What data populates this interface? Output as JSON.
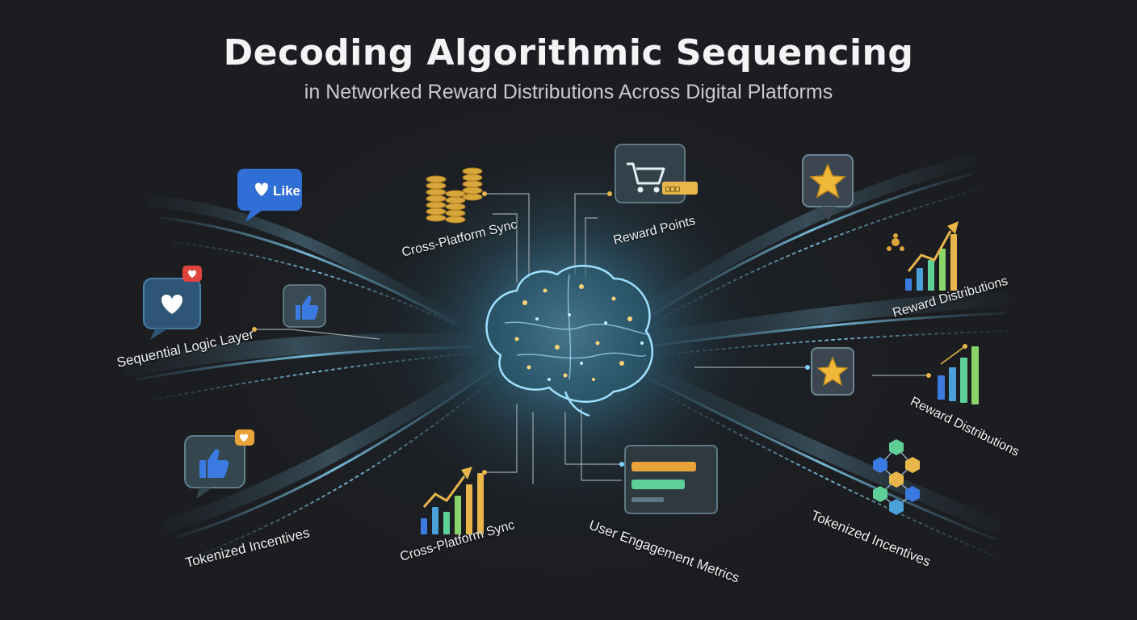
{
  "header": {
    "title": "Decoding Algorithmic Sequencing",
    "subtitle": "in Networked Reward Distributions Across Digital Platforms"
  },
  "labels": {
    "sequential_logic_layer": "Sequential Logic Layer",
    "cross_platform_sync_top": "Cross-Platform Sync",
    "reward_points": "Reward Points",
    "reward_distributions_top": "Reward Distributions",
    "reward_distributions_mid": "Reward Distributions",
    "tokenized_incentives_left": "Tokenized Incentives",
    "cross_platform_sync_bottom": "Cross-Platform Sync",
    "user_engagement_metrics": "User Engagement Metrics",
    "tokenized_incentives_right": "Tokenized Incentives"
  },
  "icons": {
    "like_bubble": {
      "icon": "thumbs-up-like-icon",
      "text": "Like"
    }
  },
  "colors": {
    "background": "#1d1e21",
    "stream": "#4f8fb0",
    "glow": "#7fd4ff",
    "gold": "#e8b64a",
    "like_blue": "#2f6fd6",
    "heart_red": "#e0443e",
    "bar_green": "#5fcf98"
  }
}
